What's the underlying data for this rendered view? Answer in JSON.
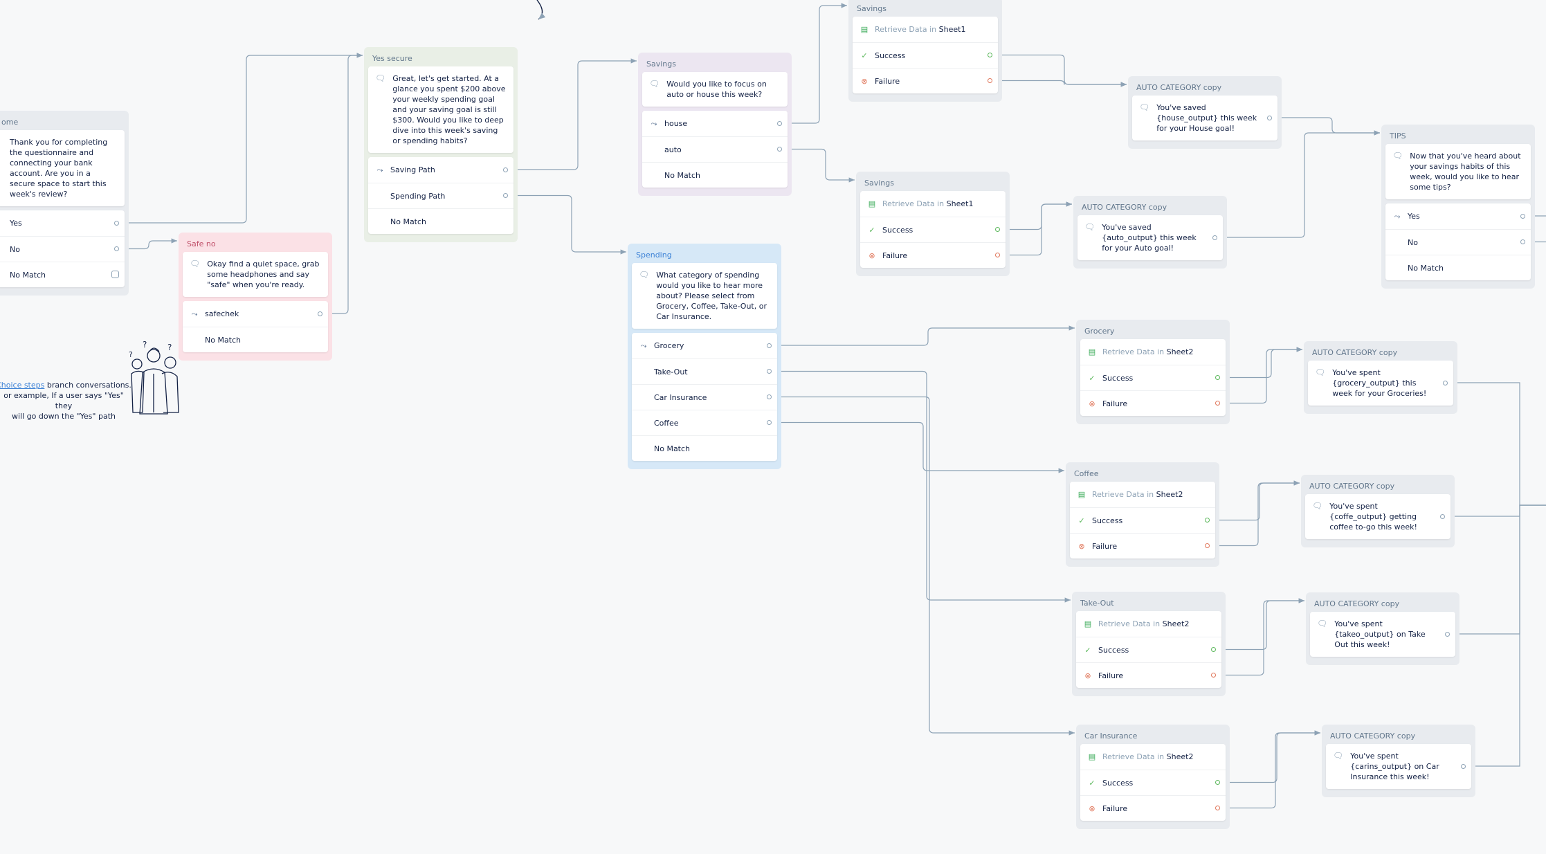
{
  "blocks": {
    "welcome": {
      "title": "ome",
      "speak": "Thank you for completing the questionnaire and connecting your bank account. Are you in a secure space to start this week's review?",
      "choices": [
        "Yes",
        "No"
      ],
      "no_match": "No Match"
    },
    "safe_no": {
      "title": "Safe no",
      "speak": "Okay find a quiet space, grab some headphones and say \"safe\" when you're ready.",
      "choices": [
        "safechek"
      ],
      "no_match": "No Match"
    },
    "yes_secure": {
      "title": "Yes secure",
      "speak": "Great, let's get started. At a glance you spent $200 above your weekly spending goal and your saving goal is still $300. Would you like to deep dive into this week's saving or spending habits?",
      "choices": [
        "Saving Path",
        "Spending Path"
      ],
      "no_match": "No Match"
    },
    "savings_choice": {
      "title": "Savings",
      "speak": "Would you like to focus on auto or house this week?",
      "choices": [
        "house",
        "auto"
      ],
      "no_match": "No Match"
    },
    "spending": {
      "title": "Spending",
      "speak": "What category of spending would you like to hear more about? Please select from Grocery, Coffee, Take-Out, or Car Insurance.",
      "choices": [
        "Grocery",
        "Take-Out",
        "Car Insurance",
        "Coffee"
      ],
      "no_match": "No Match"
    },
    "savings_house": {
      "title": "Savings",
      "retrieve": "Retrieve Data",
      "in_word": "in",
      "sheet": "Sheet1",
      "success": "Success",
      "failure": "Failure"
    },
    "savings_auto": {
      "title": "Savings",
      "retrieve": "Retrieve Data",
      "in_word": "in",
      "sheet": "Sheet1",
      "success": "Success",
      "failure": "Failure"
    },
    "auto_house": {
      "title": "AUTO CATEGORY copy",
      "speak": "You've saved {house_output} this week for your House goal!"
    },
    "auto_auto": {
      "title": "AUTO CATEGORY copy",
      "speak": "You've saved {auto_output} this week for your Auto goal!"
    },
    "tips": {
      "title": "TIPS",
      "speak": "Now that you've heard about your savings habits of this week, would you like to hear some tips?",
      "choices": [
        "Yes",
        "No"
      ],
      "no_match": "No Match"
    },
    "grocery": {
      "title": "Grocery",
      "retrieve": "Retrieve Data",
      "in_word": "in",
      "sheet": "Sheet2",
      "success": "Success",
      "failure": "Failure"
    },
    "coffee": {
      "title": "Coffee",
      "retrieve": "Retrieve Data",
      "in_word": "in",
      "sheet": "Sheet2",
      "success": "Success",
      "failure": "Failure"
    },
    "takeout": {
      "title": "Take-Out",
      "retrieve": "Retrieve Data",
      "in_word": "in",
      "sheet": "Sheet2",
      "success": "Success",
      "failure": "Failure"
    },
    "carins": {
      "title": "Car Insurance",
      "retrieve": "Retrieve Data",
      "in_word": "in",
      "sheet": "Sheet2",
      "success": "Success",
      "failure": "Failure"
    },
    "auto_grocery": {
      "title": "AUTO CATEGORY copy",
      "speak": "You've spent {grocery_output} this week for your Groceries!"
    },
    "auto_coffee": {
      "title": "AUTO CATEGORY copy",
      "speak": "You've spent {coffe_output} getting coffee to-go this week!"
    },
    "auto_takeout": {
      "title": "AUTO CATEGORY copy",
      "speak": "You've spent {takeo_output} on Take Out this week!"
    },
    "auto_carins": {
      "title": "AUTO CATEGORY copy",
      "speak": "You've spent {carins_output} on Car Insurance this week!"
    }
  },
  "note": {
    "link": "Choice steps",
    "line1_rest": " branch conversations.",
    "line2": "or example, If a user says \"Yes\" they",
    "line3": "will go down the \"Yes\" path"
  },
  "colors": {
    "wire": "#8da2b5",
    "pink": "#fbe1e6",
    "green": "#e9efe6",
    "purple": "#ece6f1",
    "blue": "#d6e8f7",
    "gray": "#e8ebef"
  }
}
